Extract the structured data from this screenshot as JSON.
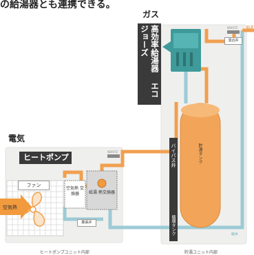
{
  "header": {
    "top_text": "の給湯器とも連携できる。",
    "gas_title": "ガス",
    "elec_title": "電気"
  },
  "gas_unit": {
    "label": "高効率給湯器 エコジョーズ",
    "brand": "NORITZ"
  },
  "heatpump_unit": {
    "title": "ヒートポンプ",
    "brand": "NORITZ",
    "caption": "ヒートポンプユニット内部",
    "fan": "ファン",
    "air_heat": "空気熱",
    "air_exchanger": "空気熱 交換器",
    "water_exchanger": "給湯 熱交換器",
    "valve": "膨張弁"
  },
  "tank_unit": {
    "caption": "貯湯ユニット内部",
    "brand": "NORITZ",
    "tank": "貯湯タンク",
    "bypass": "バイパス弁",
    "mixing": "混合弁",
    "circulation": "循環タンク",
    "supply": "給水",
    "hot_out": "給湯"
  },
  "colors": {
    "hot_pipe": "#f0a050",
    "cold_pipe": "#9ccbd6",
    "tank": "#f2a559",
    "dark_label": "#3a3a3a",
    "unit_bg": "#efefed",
    "gas_unit_body": "#3f9a9a"
  }
}
